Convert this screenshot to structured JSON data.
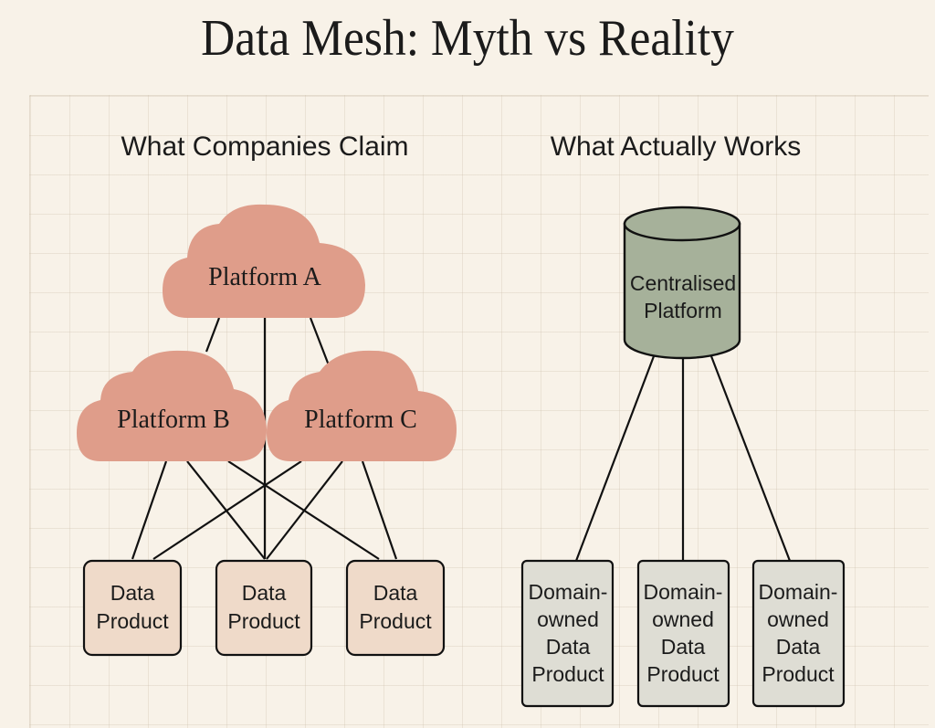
{
  "title": "Data Mesh: Myth vs Reality",
  "left": {
    "heading": "What Companies Claim",
    "platforms": [
      "Platform A",
      "Platform B",
      "Platform C"
    ],
    "products": [
      [
        "Data",
        "Product"
      ],
      [
        "Data",
        "Product"
      ],
      [
        "Data",
        "Product"
      ]
    ]
  },
  "right": {
    "heading": "What Actually Works",
    "platform": [
      "Centralised",
      "Platform"
    ],
    "products": [
      [
        "Domain-",
        "owned",
        "Data",
        "Product"
      ],
      [
        "Domain-",
        "owned",
        "Data",
        "Product"
      ],
      [
        "Domain-",
        "owned",
        "Data",
        "Product"
      ]
    ]
  },
  "colors": {
    "cloud_fill": "#df9d8a",
    "cylinder_fill": "#a6b19a",
    "product_fill_left": "#efdac9",
    "product_fill_right": "#deddd4",
    "line": "#111111",
    "background": "#f8f2e8"
  }
}
